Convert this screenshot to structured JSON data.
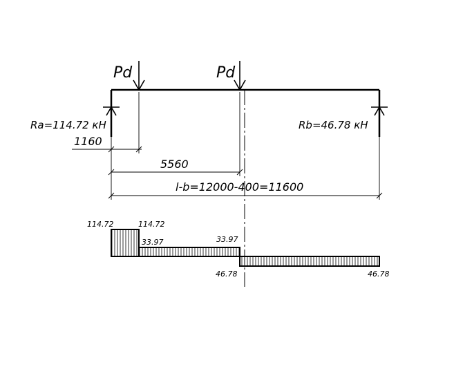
{
  "loads": {
    "left_label": "Pd",
    "right_label": "Pd"
  },
  "reactions": {
    "ra": "Ra=114.72  кН",
    "rb": "Rb=46.78  кН"
  },
  "dimensions": {
    "d1": "1160",
    "d2": "5560",
    "span": "l-b=12000-400=11600"
  },
  "shear_diagram": {
    "v1_left": "114.72",
    "v1_right": "114.72",
    "v2_left": "33.97",
    "v2_right": "33.97",
    "v3_left": "46.78",
    "v3_right": "46.78"
  }
}
